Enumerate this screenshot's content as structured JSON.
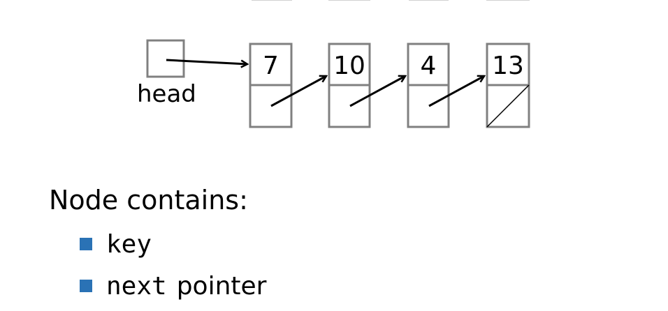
{
  "list": {
    "head_label": "head",
    "nodes": [
      {
        "key": "7"
      },
      {
        "key": "10"
      },
      {
        "key": "4"
      },
      {
        "key": "13"
      }
    ]
  },
  "description": {
    "heading": "Node contains:",
    "items": [
      {
        "code": "key",
        "text": ""
      },
      {
        "code": "next",
        "text": "pointer"
      }
    ]
  },
  "colors": {
    "box_stroke": "#808080",
    "bullet": "#2a72b5"
  }
}
